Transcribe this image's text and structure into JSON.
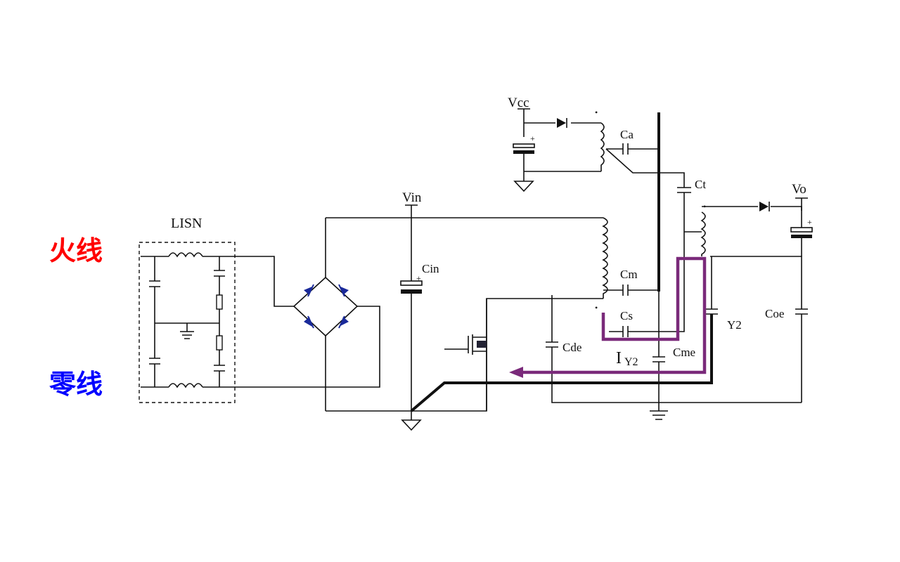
{
  "labels": {
    "lisn": "LISN",
    "live_line": "火线",
    "neutral_line": "零线",
    "vin": "Vin",
    "vcc": "Vcc",
    "vo": "Vo",
    "cin": "Cin",
    "ca": "Ca",
    "ct": "Ct",
    "cm": "Cm",
    "cs": "Cs",
    "cme": "Cme",
    "cde": "Cde",
    "coe": "Coe",
    "y2": "Y2",
    "iy2_main": "I",
    "iy2_sub": "Y2"
  },
  "colors": {
    "live_line": "#ff0000",
    "neutral_line": "#0000ff",
    "current_path": "#7a2a7a",
    "diode": "#1a2a9a",
    "wire": "#111111"
  }
}
